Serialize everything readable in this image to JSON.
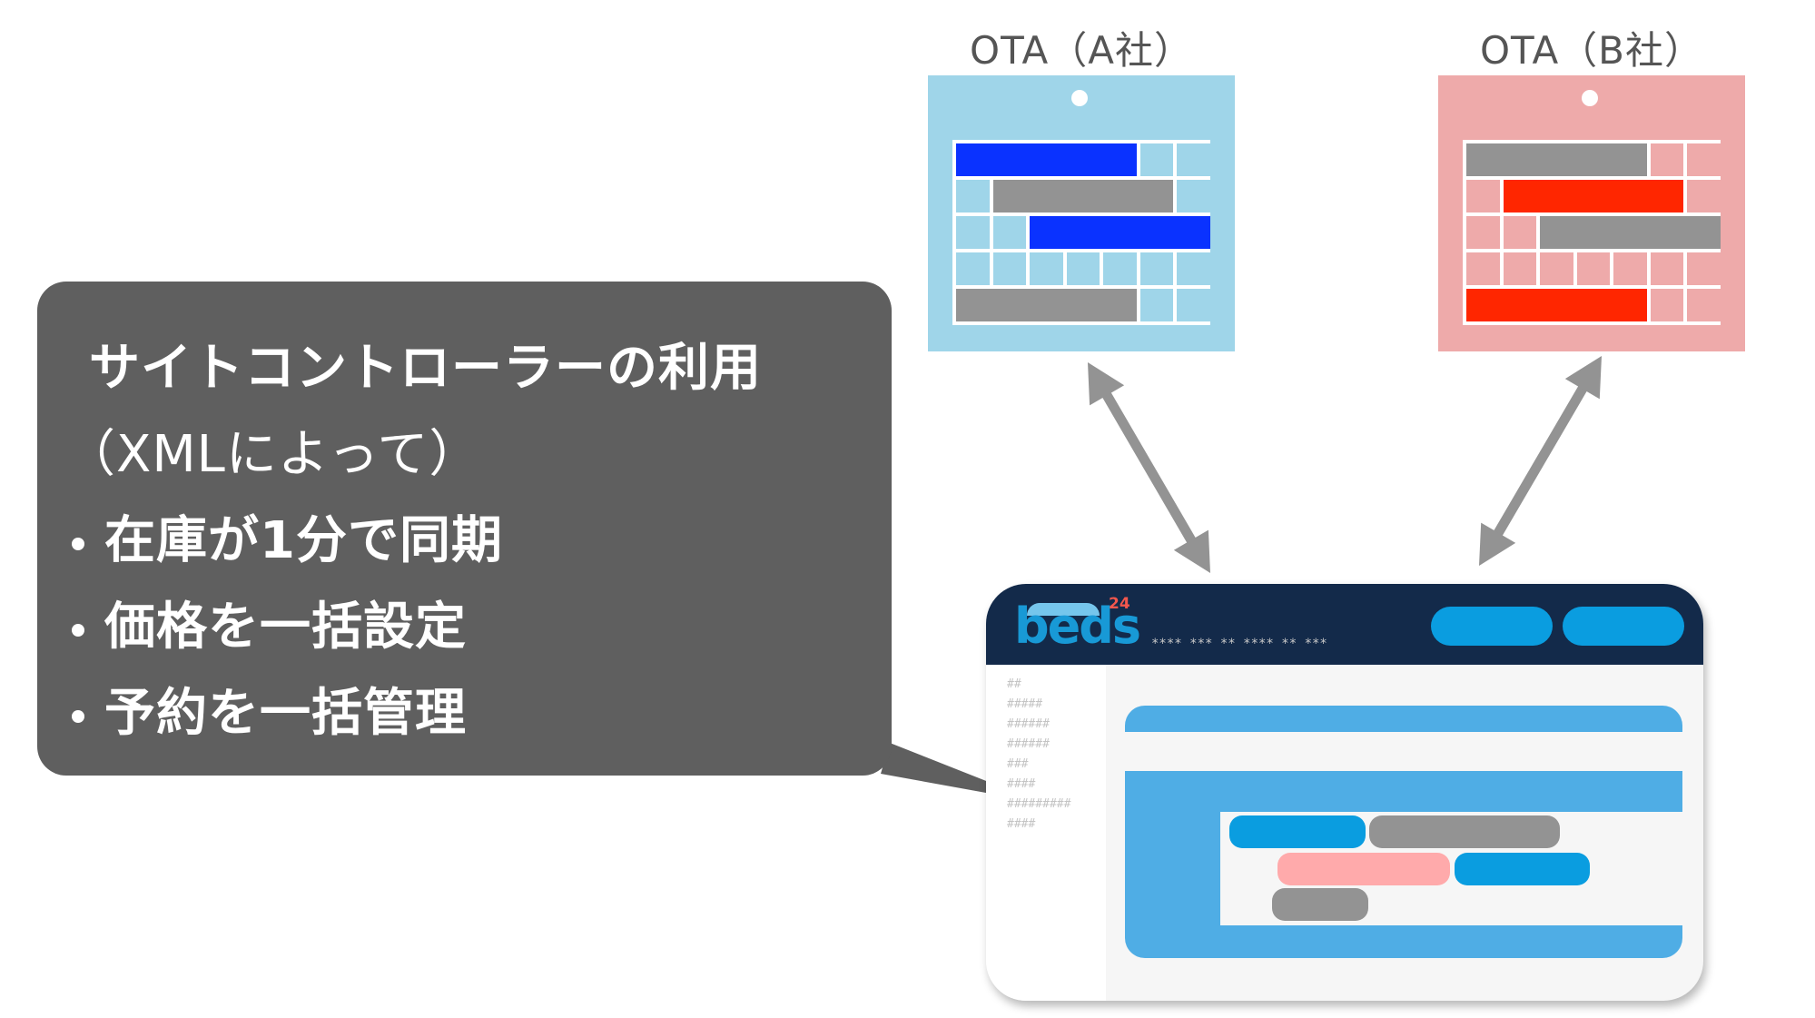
{
  "ota_a": {
    "label": "OTA（A社）",
    "card_color": "#9fd5e9",
    "booking_color": "#0a32ff",
    "blocked_color": "#939393",
    "rows": [
      [
        "booked",
        "booked",
        "booked",
        "booked",
        "booked",
        "open",
        "open"
      ],
      [
        "open",
        "blocked",
        "blocked",
        "blocked",
        "blocked",
        "blocked",
        "open"
      ],
      [
        "open",
        "open",
        "booked",
        "booked",
        "booked",
        "booked",
        "booked"
      ],
      [
        "open",
        "open",
        "open",
        "open",
        "open",
        "open",
        "open"
      ],
      [
        "blocked",
        "blocked",
        "blocked",
        "blocked",
        "blocked",
        "open",
        "open"
      ]
    ]
  },
  "ota_b": {
    "label": "OTA（B社）",
    "card_color": "#eeaaaa",
    "booking_color": "#ff2600",
    "blocked_color": "#939393",
    "rows": [
      [
        "blocked",
        "blocked",
        "blocked",
        "blocked",
        "blocked",
        "open",
        "open"
      ],
      [
        "open",
        "booked",
        "booked",
        "booked",
        "booked",
        "booked",
        "open"
      ],
      [
        "open",
        "open",
        "blocked",
        "blocked",
        "blocked",
        "blocked",
        "blocked"
      ],
      [
        "open",
        "open",
        "open",
        "open",
        "open",
        "open",
        "open"
      ],
      [
        "booked",
        "booked",
        "booked",
        "booked",
        "booked",
        "open",
        "open"
      ]
    ]
  },
  "arrows": {
    "color": "#939393",
    "items": [
      {
        "from": "ota_a",
        "to": "beds24",
        "type": "bidirectional"
      },
      {
        "from": "ota_b",
        "to": "beds24",
        "type": "bidirectional"
      }
    ]
  },
  "callout": {
    "title_line1": "サイトコントローラーの利用",
    "title_line2": "（XMLによって）",
    "bullets": [
      "在庫が1分で同期",
      "価格を一括設定",
      "予約を一括管理"
    ],
    "bg_color": "#5f5f5f"
  },
  "beds24": {
    "logo_text": "beds",
    "logo_number": "24",
    "header_text": "**** *** ** **** ** ***",
    "header_color": "#132a4a",
    "button_color": "#0a9de0",
    "sidebar_items": [
      "##",
      "#####",
      "######",
      "######",
      "###",
      "####",
      "#########",
      "####"
    ],
    "panel_color": "#4fade5",
    "bookings": [
      {
        "color": "#0a9de0",
        "row": 0
      },
      {
        "color": "#939393",
        "row": 0
      },
      {
        "color": "#ffaaab",
        "row": 1
      },
      {
        "color": "#0a9de0",
        "row": 1
      },
      {
        "color": "#939393",
        "row": 2
      }
    ]
  }
}
